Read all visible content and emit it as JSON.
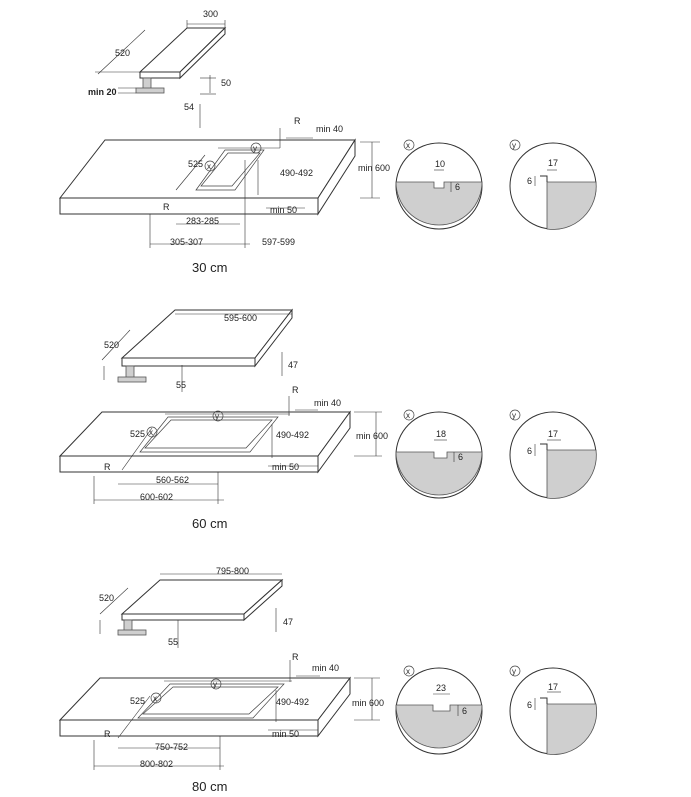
{
  "sections": [
    {
      "caption": "30 cm",
      "top": {
        "width": "300",
        "depth": "520",
        "min": "min 20",
        "h1": "50",
        "h2": "54"
      },
      "plan": {
        "r_top": "R",
        "r_left": "R",
        "min_top": "min 40",
        "cut_depth": "525",
        "y": "490-492",
        "min_right": "min 600",
        "min_front": "min 50",
        "w_inner": "283-285",
        "w_outer": "305-307",
        "w_extra": "597-599"
      },
      "detail_x": {
        "tag": "x",
        "w": "10",
        "h": "6"
      },
      "detail_y": {
        "tag": "y",
        "w": "17",
        "h": "6"
      }
    },
    {
      "caption": "60 cm",
      "top": {
        "width": "595-600",
        "depth": "520",
        "min": "",
        "h1": "47",
        "h2": "55"
      },
      "plan": {
        "r_top": "R",
        "r_left": "R",
        "min_top": "min 40",
        "cut_depth": "525",
        "y": "490-492",
        "min_right": "min 600",
        "min_front": "min 50",
        "w_inner": "560-562",
        "w_outer": "600-602",
        "w_extra": ""
      },
      "detail_x": {
        "tag": "x",
        "w": "18",
        "h": "6"
      },
      "detail_y": {
        "tag": "y",
        "w": "17",
        "h": "6"
      }
    },
    {
      "caption": "80 cm",
      "top": {
        "width": "795-800",
        "depth": "520",
        "min": "",
        "h1": "47",
        "h2": "55"
      },
      "plan": {
        "r_top": "R",
        "r_left": "R",
        "min_top": "min 40",
        "cut_depth": "525",
        "y": "490-492",
        "min_right": "min 600",
        "min_front": "min 50",
        "w_inner": "750-752",
        "w_outer": "800-802",
        "w_extra": ""
      },
      "detail_x": {
        "tag": "x",
        "w": "23",
        "h": "6"
      },
      "detail_y": {
        "tag": "y",
        "w": "17",
        "h": "6"
      }
    }
  ]
}
